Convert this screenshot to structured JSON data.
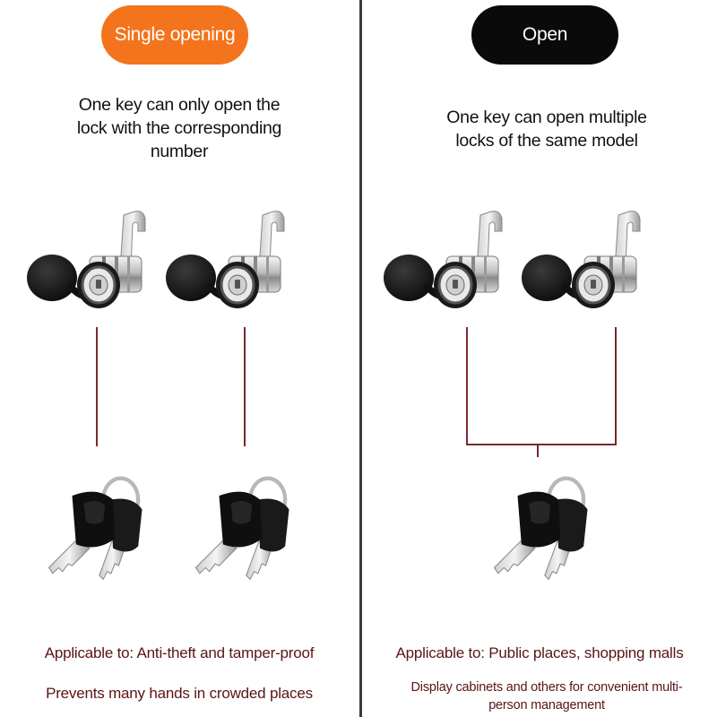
{
  "left": {
    "badge": "Single opening",
    "description": "One key can only open the\nlock with the corresponding\nnumber",
    "applicable": "Applicable to: Anti-theft and tamper-proof",
    "note": "Prevents many hands in crowded places"
  },
  "right": {
    "badge": "Open",
    "description": "One key can open multiple\nlocks of the same model",
    "applicable": "Applicable to: Public places, shopping malls",
    "note": "Display cabinets and others for convenient multi-\nperson management"
  },
  "colors": {
    "badge_left": "#f3741c",
    "badge_right": "#0a0a0a",
    "connector": "#7a2a2a",
    "bottom_text": "#5a1414"
  },
  "icons": [
    "cam-lock-icon",
    "key-pair-icon"
  ]
}
